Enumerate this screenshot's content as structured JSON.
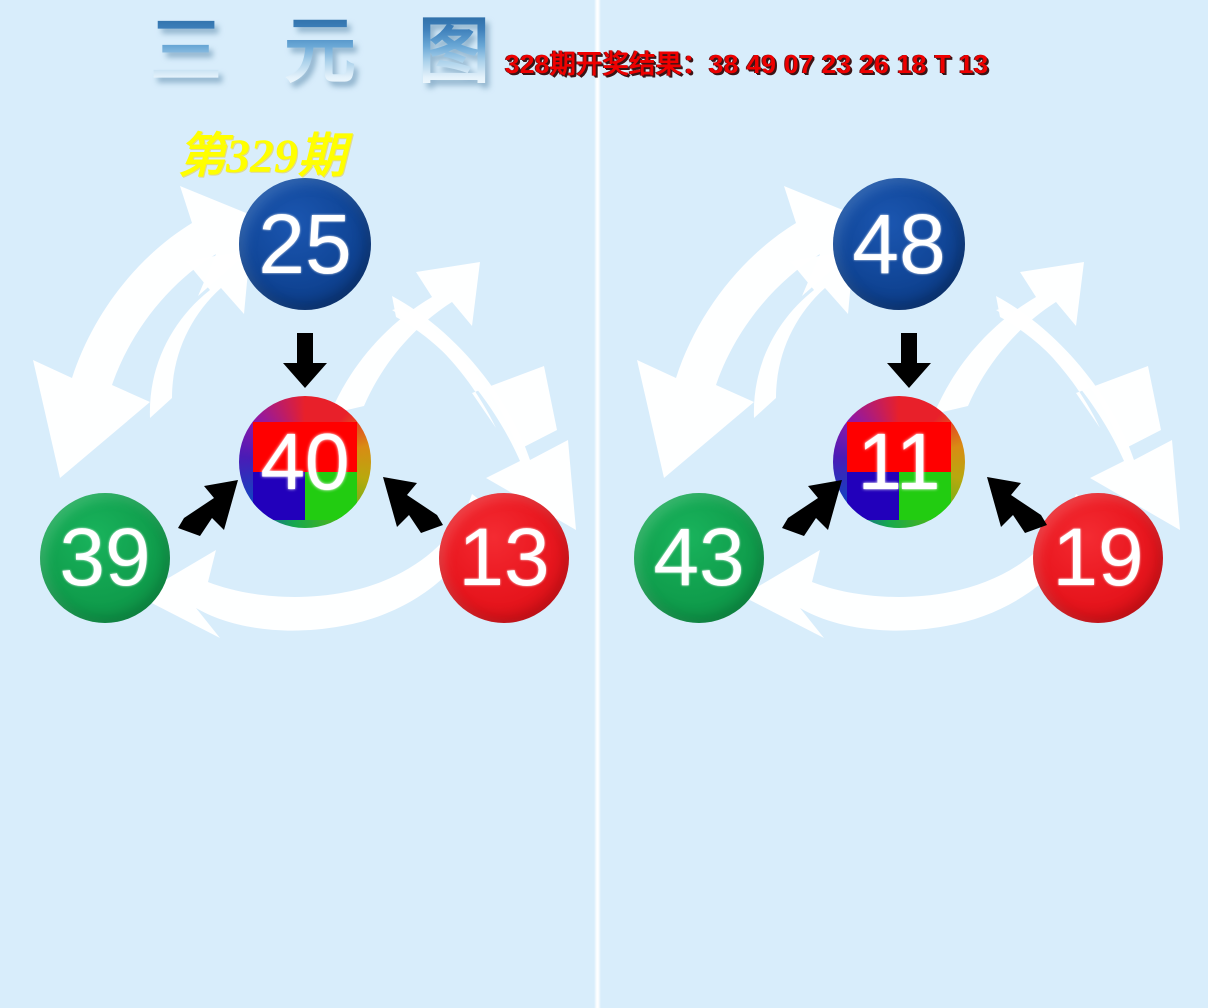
{
  "page": {
    "background_color": "#d8edfb",
    "title": "三 元 图",
    "issue_label": "第329期",
    "result_line": "328期开奖结果：38 49 07 23 26 18 T 13",
    "title_color": "#3d7fba",
    "issue_color": "#ffff00",
    "result_color": "#ee0000"
  },
  "colors": {
    "blue_ball": "#0d3f8c",
    "green_ball": "#0e9849",
    "red_ball": "#e21219",
    "arrow_white": "#ffffff",
    "arrow_black": "#000000"
  },
  "panels": [
    {
      "id": "left",
      "balls": {
        "top": {
          "value": "25",
          "color_name": "blue"
        },
        "left": {
          "value": "39",
          "color_name": "green"
        },
        "right": {
          "value": "13",
          "color_name": "red"
        },
        "center": {
          "value": "40",
          "color_name": "tricolor"
        }
      }
    },
    {
      "id": "right",
      "balls": {
        "top": {
          "value": "48",
          "color_name": "blue"
        },
        "left": {
          "value": "43",
          "color_name": "green"
        },
        "right": {
          "value": "19",
          "color_name": "red"
        },
        "center": {
          "value": "11",
          "color_name": "tricolor"
        }
      }
    }
  ],
  "icons": {
    "arrow_down_black": "black-down-arrow-icon",
    "arrow_up_right_black": "black-up-right-arrow-icon",
    "arrow_up_left_black": "black-up-left-arrow-icon",
    "curved_arrow_white": "white-curved-arrow-icon"
  }
}
